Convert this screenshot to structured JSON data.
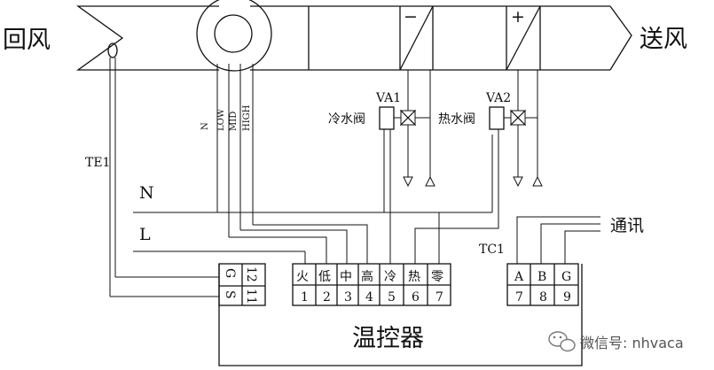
{
  "labels": {
    "return_air": "回风",
    "supply_air": "送风",
    "sensor": "TE1",
    "neutral": "N",
    "line": "L",
    "valve1": "VA1",
    "valve1_name": "冷水阀",
    "valve2": "VA2",
    "valve2_name": "热水阀",
    "coil_cool_sign": "−",
    "coil_heat_sign": "+",
    "comm": "通讯",
    "controller_tag": "TC1",
    "controller": "温控器",
    "fan_wires": [
      "N",
      "LOW",
      "MID",
      "HIGH"
    ]
  },
  "terminals_left": {
    "top": [
      "G",
      "12"
    ],
    "bottom": [
      "S",
      "11"
    ]
  },
  "terminals_main": [
    {
      "name": "火",
      "num": "1"
    },
    {
      "name": "低",
      "num": "2"
    },
    {
      "name": "中",
      "num": "3"
    },
    {
      "name": "高",
      "num": "4"
    },
    {
      "name": "冷",
      "num": "5"
    },
    {
      "name": "热",
      "num": "6"
    },
    {
      "name": "零",
      "num": "7"
    }
  ],
  "terminals_comm": [
    {
      "name": "A",
      "num": "7"
    },
    {
      "name": "B",
      "num": "8"
    },
    {
      "name": "G",
      "num": "9"
    }
  ],
  "watermark": "微信号: nhvaca"
}
